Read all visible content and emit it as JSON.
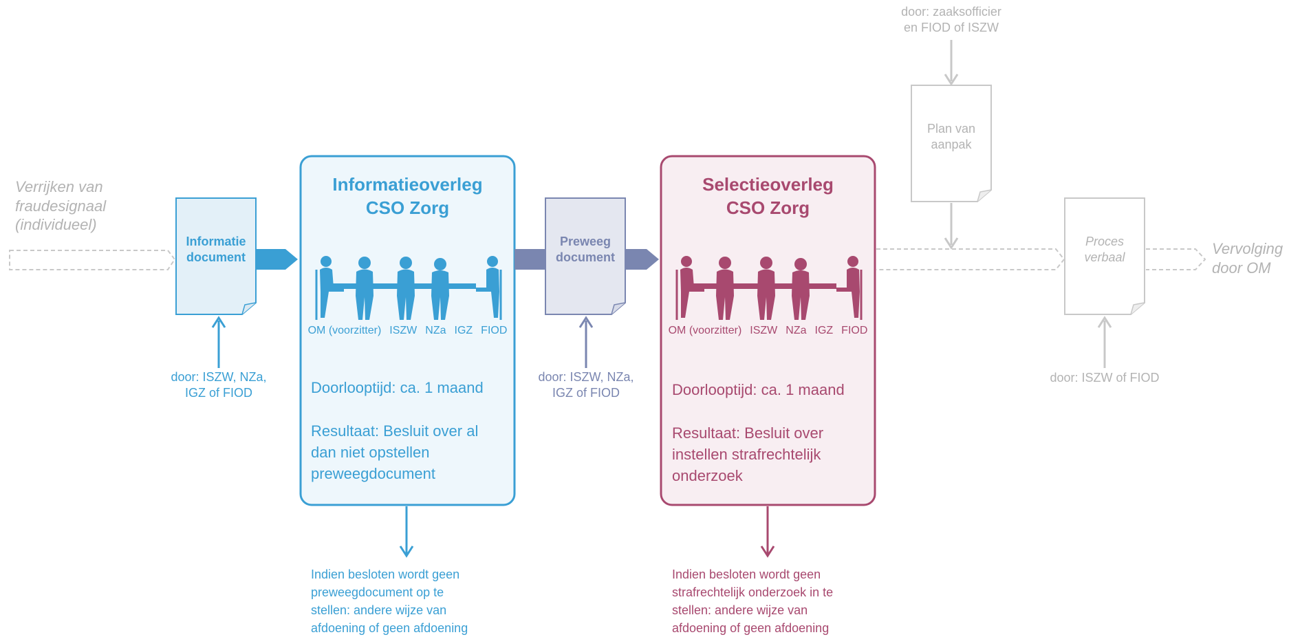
{
  "colors": {
    "blue": "#3a9fd4",
    "blue_fill": "#eef7fc",
    "purple": "#7a86b0",
    "purple_fill": "#e4e7f0",
    "red": "#a8496f",
    "red_fill": "#f8eef2",
    "grey": "#c8c8c8"
  },
  "left_input": {
    "label": "Verrijken van\nfraudesignaal\n(individueel)"
  },
  "informatie_document": {
    "title": "Informatie\ndocument",
    "by": "door: ISZW, NZa,\nIGZ of FIOD"
  },
  "informatieoverleg": {
    "title": "Informatieoverleg\nCSO Zorg",
    "participants": [
      "OM (voorzitter)",
      "ISZW",
      "NZa",
      "IGZ",
      "FIOD"
    ],
    "duration": "Doorlooptijd: ca. 1 maand",
    "result": "Resultaat: Besluit over al\ndan niet opstellen\npreweegdocument",
    "outcome": "Indien besloten wordt geen\npreweegdocument op te\nstellen: andere wijze van\nafdoening of geen afdoening"
  },
  "preweeg_document": {
    "title": "Preweeg\ndocument",
    "by": "door: ISZW, NZa,\nIGZ of FIOD"
  },
  "selectieoverleg": {
    "title": "Selectieoverleg\nCSO Zorg",
    "participants": [
      "OM (voorzitter)",
      "ISZW",
      "NZa",
      "IGZ",
      "FIOD"
    ],
    "duration": "Doorlooptijd: ca. 1 maand",
    "result": "Resultaat: Besluit over\ninstellen strafrechtelijk\nonderzoek",
    "outcome": "Indien besloten wordt geen\nstrafrechtelijk onderzoek in te\nstellen: andere wijze van\nafdoening of geen afdoening"
  },
  "plan_van_aanpak": {
    "title": "Plan van\naanpak",
    "by": "door: zaaksofficier\nen FIOD of ISZW"
  },
  "proces_verbaal": {
    "title": "Proces\nverbaal",
    "by": "door: ISZW of FIOD"
  },
  "right_output": {
    "label": "Vervolging\ndoor OM"
  }
}
